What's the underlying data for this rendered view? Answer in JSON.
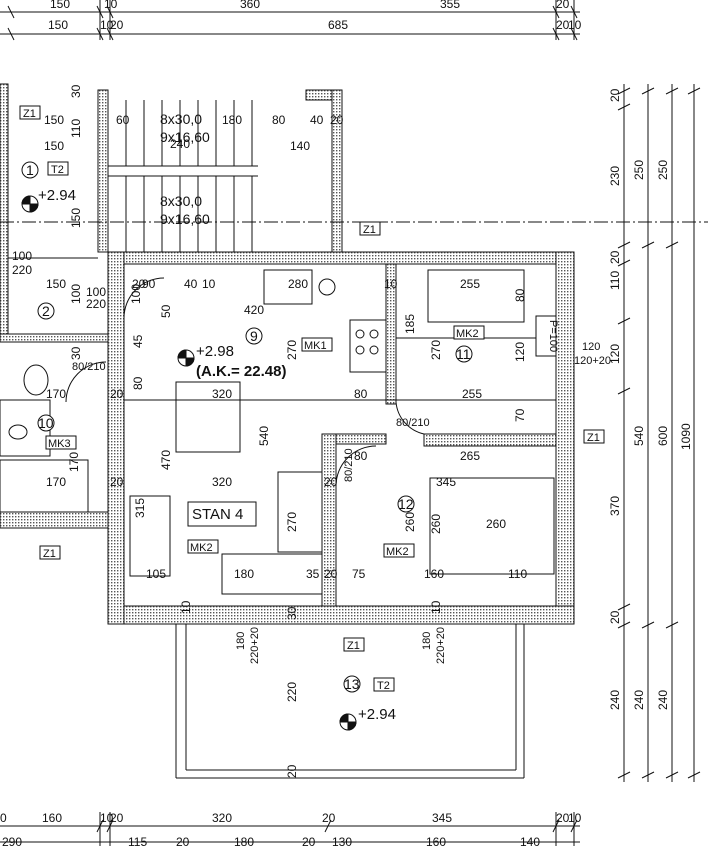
{
  "plan": {
    "apartment": "STAN 4",
    "area_note": "(A.K.= 22.48)",
    "elevations": {
      "main": "+2.98",
      "stair": "+2.94",
      "terrace": "+2.94"
    },
    "room_numbers": [
      "1",
      "2",
      "9",
      "10",
      "11",
      "12",
      "13"
    ],
    "tags": {
      "z1": "Z1",
      "t2": "T2",
      "mk1": "MK1",
      "mk2": "MK2",
      "mk3": "MK3",
      "mk2_bed": "MK2",
      "mk2_room12": "MK2",
      "mk2_main": "MK2",
      "p100": "P=100"
    },
    "stairs": {
      "upper_run": "8x30,0",
      "upper_rise": "9x16,60",
      "lower_run": "8x30,0",
      "lower_rise": "9x16,60"
    },
    "top_dims": {
      "row1": [
        "150",
        "10",
        "360",
        "355",
        "20"
      ],
      "row2": [
        "150",
        "10",
        "20",
        "685",
        "20",
        "10"
      ]
    },
    "bottom_dims": {
      "row1": [
        "0",
        "160",
        "10",
        "20",
        "320",
        "20",
        "345",
        "20",
        "10"
      ],
      "row2": [
        "290",
        "115",
        "20",
        "180",
        "20",
        "130",
        "160",
        "140"
      ]
    },
    "right_dims": {
      "col1": [
        "20",
        "230",
        "20",
        "110",
        "120",
        "370",
        "20",
        "240"
      ],
      "col2": [
        "250",
        "540",
        "240"
      ],
      "col3": [
        "250",
        "600",
        "240"
      ],
      "col4": [
        "1090"
      ]
    },
    "inner_dims": {
      "d150a": "150",
      "d150b": "150",
      "d60": "60",
      "d240": "240",
      "d180": "180",
      "d80": "80",
      "d40": "40",
      "d20": "20",
      "d140": "140",
      "d110": "110",
      "d100_220": "100",
      "d220": "220",
      "d150c": "150",
      "d100a": "100",
      "d150d": "150",
      "d100b": "100",
      "d220b": "220",
      "d100c": "100",
      "d90": "90",
      "d40b": "40",
      "d10a": "10",
      "d280": "280",
      "d10b": "10",
      "d255a": "255",
      "d80b": "80",
      "d420": "420",
      "d185": "185",
      "d120r": "120",
      "d120_20r": "120+20",
      "d270a": "270",
      "d270b": "270",
      "d120b": "120",
      "d45": "45",
      "d80c": "80",
      "d80_210": "80/210",
      "d170a": "170",
      "d320a": "320",
      "d20b": "20",
      "d80d": "80",
      "d255b": "255",
      "d70": "70",
      "d540": "540",
      "d80_210b": "80/210",
      "d170b": "170",
      "d470": "470",
      "d80e": "80",
      "d265": "265",
      "d80_210c": "80/210",
      "d320b": "320",
      "d170c": "170",
      "d20c": "20",
      "d315": "315",
      "d345": "345",
      "d20d": "20",
      "d270c": "270",
      "d260a": "260",
      "d260b": "260",
      "d260c": "260",
      "d105": "105",
      "d180b": "180",
      "d35": "35",
      "d20e": "20",
      "d75": "75",
      "d160": "160",
      "d110b": "110",
      "d30": "30",
      "d10c": "10",
      "d10d": "10",
      "d180_220a": "180",
      "d220_20a": "220+20",
      "d180_220b": "180",
      "d220_20b": "220+20",
      "d220c": "220",
      "d20f": "20",
      "d30b": "30",
      "d50": "50",
      "d20g": "20",
      "d30c": "30"
    }
  }
}
